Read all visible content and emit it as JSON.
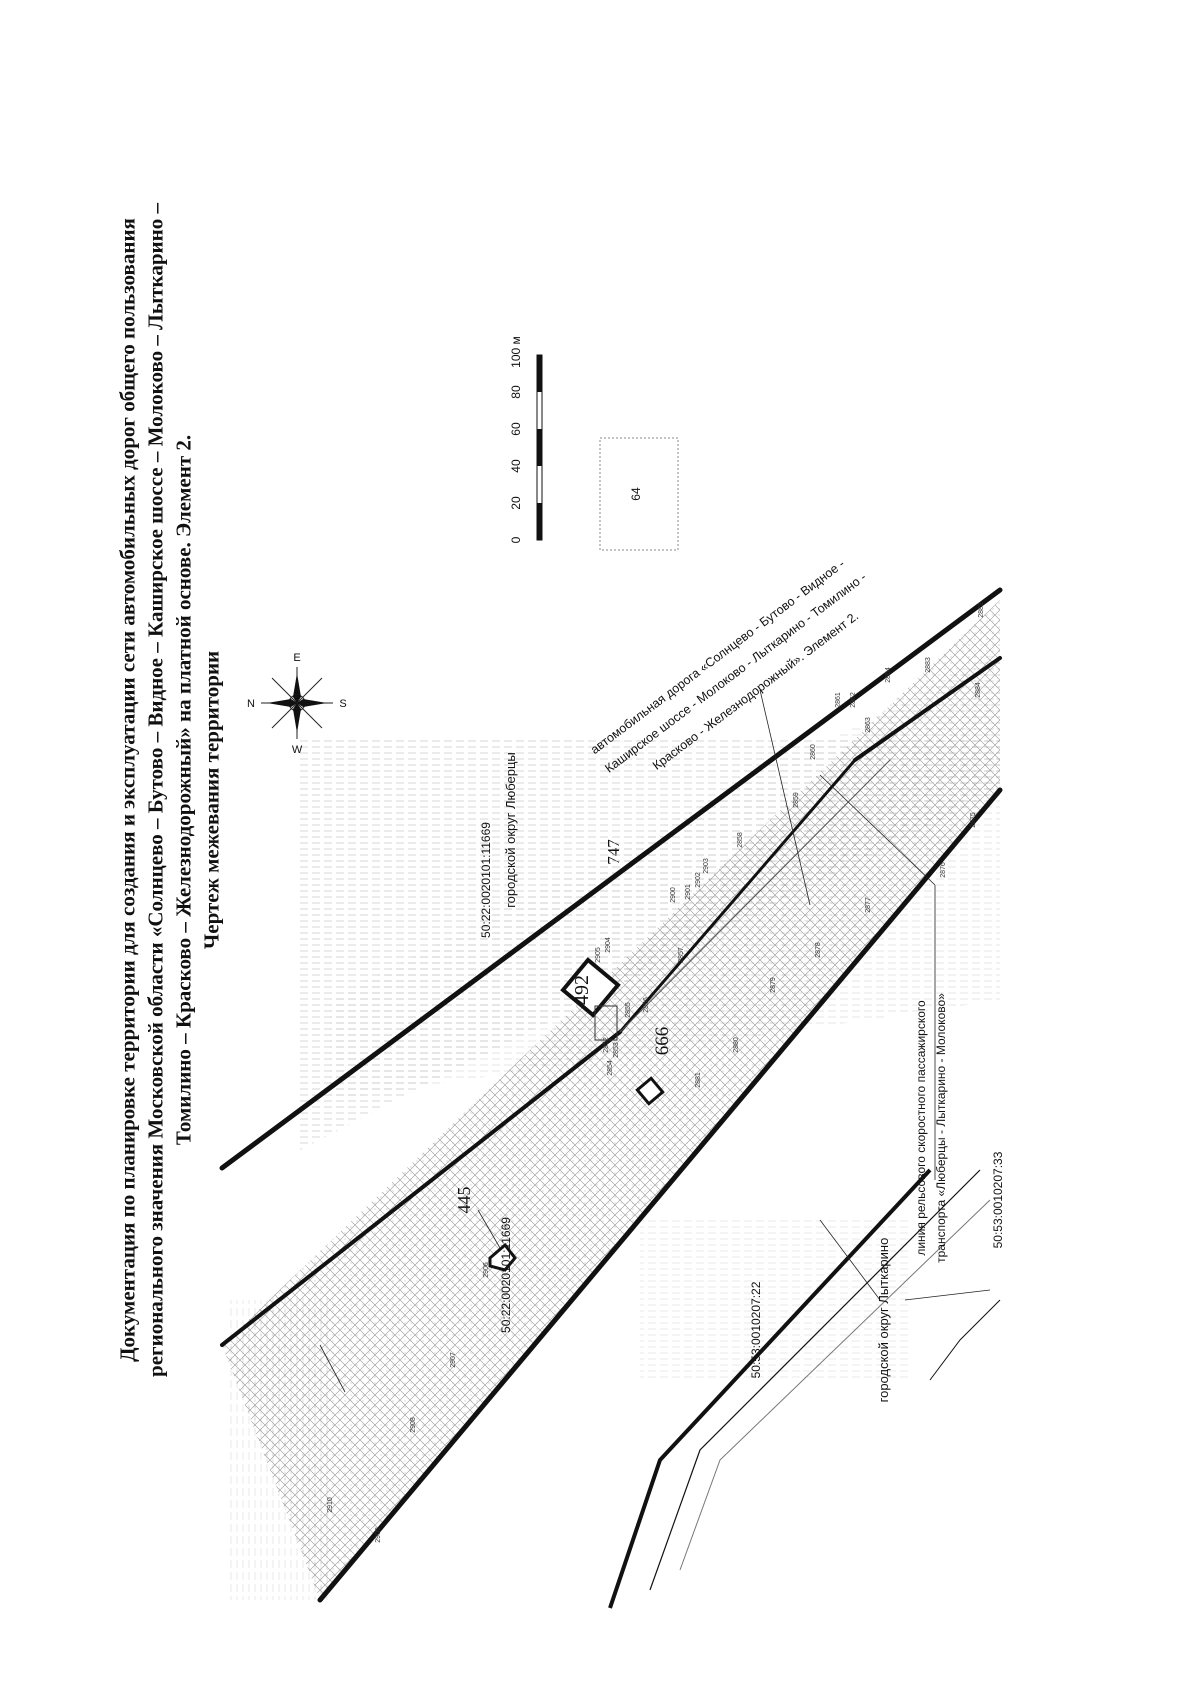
{
  "page_number": "747",
  "title": {
    "line1": "Документация по планировке территории для создания и эксплуатации сети автомобильных дорог общего пользования",
    "line2": "регионального значения Московской области «Солнцево – Бутово – Видное – Каширское шоссе – Молоково – Лыткарино –",
    "line3": "Томилино – Красково – Железнодорожный» на платной основе. Элемент 2.",
    "subtitle": "Чертеж межевания территории"
  },
  "compass": {
    "north": "N",
    "south": "S",
    "east": "E",
    "west": "W"
  },
  "scale_bar": {
    "ticks": [
      "0",
      "20",
      "40",
      "60",
      "80",
      "100 м"
    ],
    "total_m": 100
  },
  "legend_box": {
    "label": "64"
  },
  "labels": {
    "district_lyubertsy": "городской округ Люберцы",
    "district_lytkarino": "городской округ Лыткарино",
    "cadastral_1": "50:22:0020101:11669",
    "cadastral_2": "50:22:0020101:11669",
    "cadastral_3": "50:53:0010207:22",
    "cadastral_4": "50:53:0010207:33",
    "road_line1": "автомобильная дорога «Солнцево - Бутово - Видное -",
    "road_line2": "Каширское шоссе - Молоково - Лыткарино - Томилино -",
    "road_line3": "Красково - Железнодорожный». Элемент 2.",
    "rail_line1": "линия рельсового скоростного пассажирского",
    "rail_line2": "транспорта «Люберцы - Лыткарино - Молоково»"
  },
  "parcels": {
    "p492": "492",
    "p666": "666",
    "p445": "445"
  },
  "point_labels": [
    "2909",
    "2910",
    "2908",
    "2907",
    "2906",
    "2852",
    "2853",
    "2854",
    "2904",
    "2905",
    "2855",
    "2856",
    "2857",
    "2900",
    "2901",
    "2902",
    "2903",
    "2858",
    "2859",
    "2860",
    "2861",
    "2862",
    "2863",
    "2864",
    "2881",
    "2880",
    "2879",
    "2878",
    "2877",
    "2876",
    "2875",
    "2884",
    "2883",
    "2882"
  ]
}
